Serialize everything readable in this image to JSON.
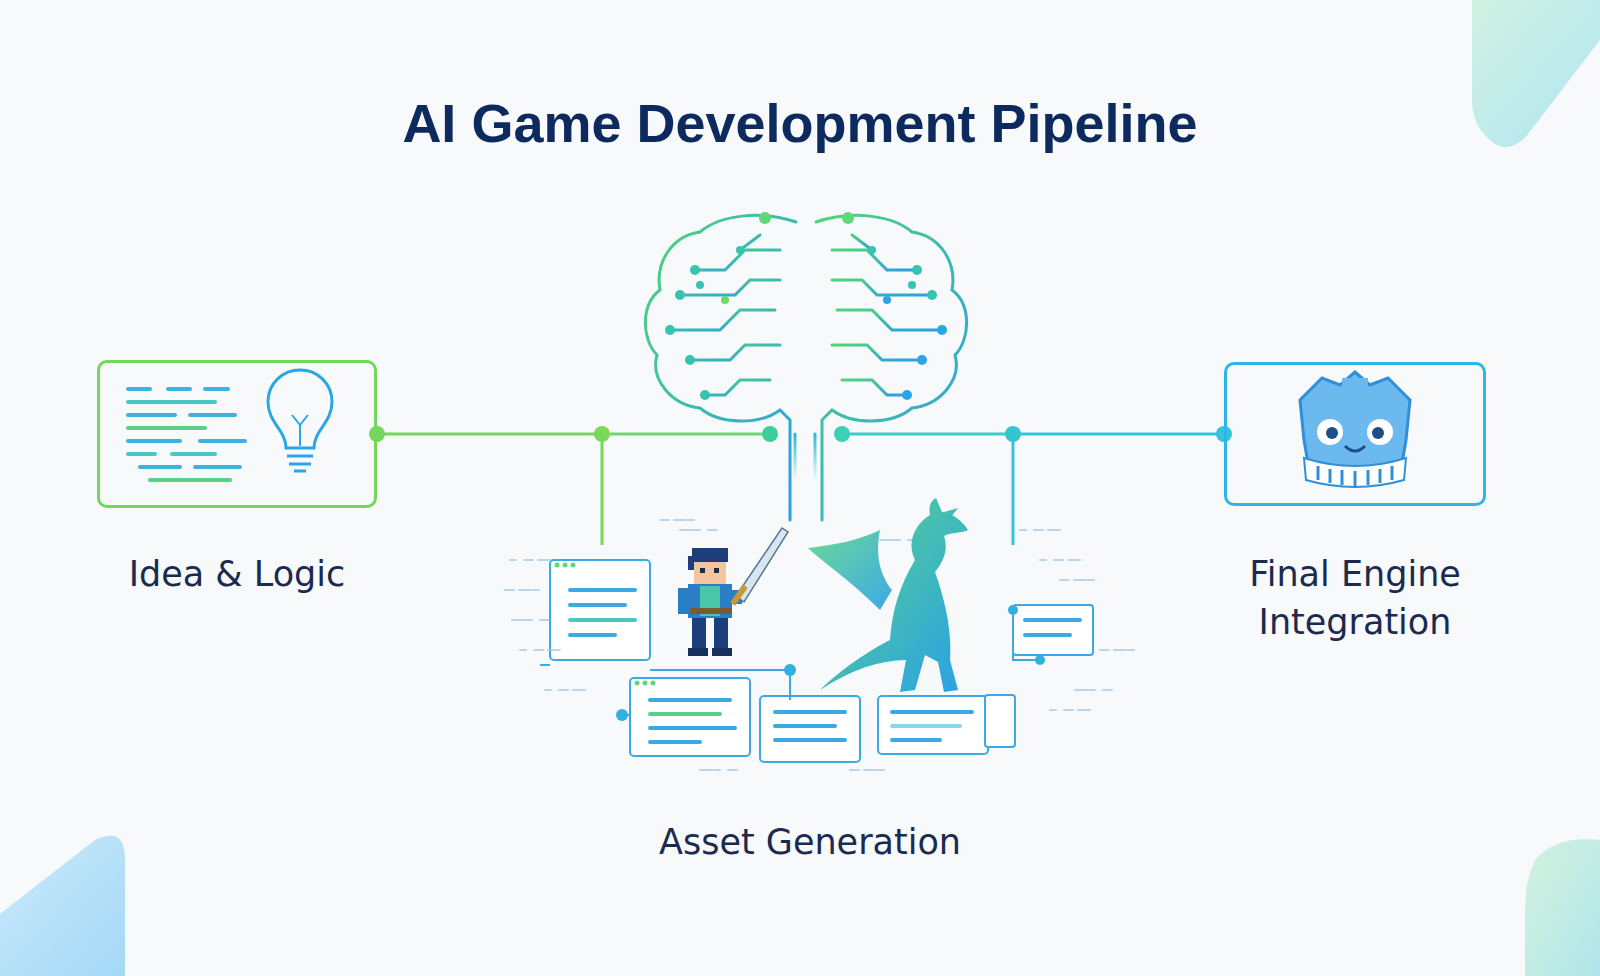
{
  "diagram": {
    "title": "AI Game Development Pipeline",
    "nodes": [
      {
        "text": [
          "Idea & Logic"
        ]
      },
      {
        "text": [
          "Asset Generation"
        ]
      },
      {
        "text": [
          "Final Engine Integration"
        ]
      }
    ],
    "edges": [
      {
        "from": 0,
        "to": 1,
        "arrow": "none"
      },
      {
        "from": 1,
        "to": 2,
        "arrow": "none"
      }
    ]
  }
}
